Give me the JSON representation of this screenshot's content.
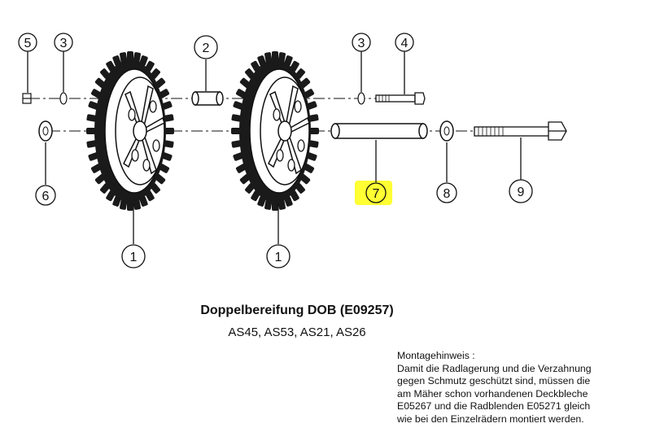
{
  "callouts": {
    "c1a": "1",
    "c1b": "1",
    "c2": "2",
    "c3a": "3",
    "c3b": "3",
    "c4": "4",
    "c5": "5",
    "c6": "6",
    "c7": "7",
    "c8": "8",
    "c9": "9"
  },
  "title": "Doppelbereifung DOB (E09257)",
  "subtitle": "AS45, AS53, AS21, AS26",
  "note": {
    "heading": "Montagehinweis :",
    "lines": [
      "Damit die Radlagerung und die Verzahnung",
      "gegen Schmutz geschützt sind, müssen die",
      "am Mäher schon vorhandenen Deckbleche",
      "E05267 und die Radblenden E05271 gleich",
      "wie bei den Einzelrädern montiert werden."
    ]
  },
  "colors": {
    "highlight": "#ffff33",
    "line": "#111111",
    "tire": "#1a1a1a"
  }
}
